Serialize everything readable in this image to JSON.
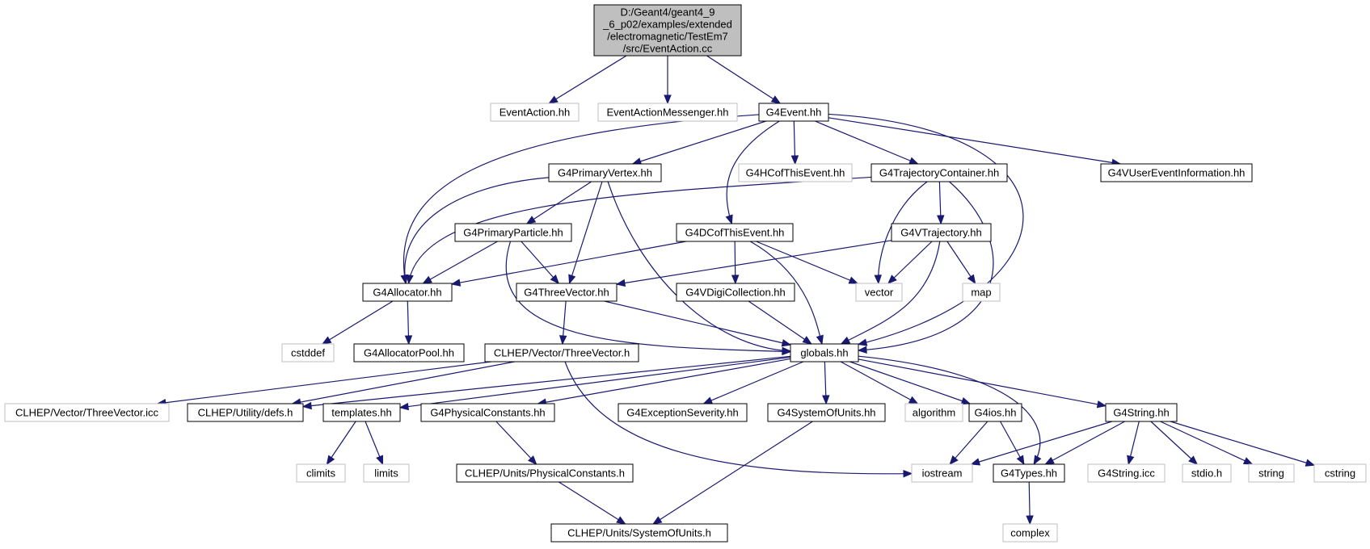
{
  "nodes": [
    {
      "id": "root",
      "label_lines": [
        "D:/Geant4/geant4_9",
        "_6_p02/examples/extended",
        "/electromagnetic/TestEm7",
        "/src/EventAction.cc"
      ],
      "style": "root"
    },
    {
      "id": "eventaction_hh",
      "label": "EventAction.hh",
      "style": "external"
    },
    {
      "id": "eventactionmessenger_hh",
      "label": "EventActionMessenger.hh",
      "style": "external"
    },
    {
      "id": "g4event_hh",
      "label": "G4Event.hh",
      "style": "documented"
    },
    {
      "id": "g4primaryvertex_hh",
      "label": "G4PrimaryVertex.hh",
      "style": "documented"
    },
    {
      "id": "g4hcofthisevent_hh",
      "label": "G4HCofThisEvent.hh",
      "style": "external"
    },
    {
      "id": "g4trajectorycontainer_hh",
      "label": "G4TrajectoryContainer.hh",
      "style": "documented"
    },
    {
      "id": "g4vusereventinformation_hh",
      "label": "G4VUserEventInformation.hh",
      "style": "documented"
    },
    {
      "id": "g4primaryparticle_hh",
      "label": "G4PrimaryParticle.hh",
      "style": "documented"
    },
    {
      "id": "g4dcofthisevent_hh",
      "label": "G4DCofThisEvent.hh",
      "style": "documented"
    },
    {
      "id": "g4vtrajectory_hh",
      "label": "G4VTrajectory.hh",
      "style": "documented"
    },
    {
      "id": "g4allocator_hh",
      "label": "G4Allocator.hh",
      "style": "documented"
    },
    {
      "id": "g4threevector_hh",
      "label": "G4ThreeVector.hh",
      "style": "documented"
    },
    {
      "id": "g4vdigicollection_hh",
      "label": "G4VDigiCollection.hh",
      "style": "documented"
    },
    {
      "id": "vector",
      "label": "vector",
      "style": "external"
    },
    {
      "id": "map",
      "label": "map",
      "style": "external"
    },
    {
      "id": "cstddef",
      "label": "cstddef",
      "style": "external"
    },
    {
      "id": "g4allocatorpool_hh",
      "label": "G4AllocatorPool.hh",
      "style": "documented"
    },
    {
      "id": "clhep_threevector_h",
      "label": "CLHEP/Vector/ThreeVector.h",
      "style": "documented"
    },
    {
      "id": "globals_hh",
      "label": "globals.hh",
      "style": "documented"
    },
    {
      "id": "clhep_threevector_icc",
      "label": "CLHEP/Vector/ThreeVector.icc",
      "style": "external"
    },
    {
      "id": "clhep_defs_h",
      "label": "CLHEP/Utility/defs.h",
      "style": "documented"
    },
    {
      "id": "templates_hh",
      "label": "templates.hh",
      "style": "documented"
    },
    {
      "id": "g4physicalconstants_hh",
      "label": "G4PhysicalConstants.hh",
      "style": "documented"
    },
    {
      "id": "g4exceptionseverity_hh",
      "label": "G4ExceptionSeverity.hh",
      "style": "documented"
    },
    {
      "id": "g4systemofunits_hh",
      "label": "G4SystemOfUnits.hh",
      "style": "documented"
    },
    {
      "id": "algorithm",
      "label": "algorithm",
      "style": "external"
    },
    {
      "id": "g4ios_hh",
      "label": "G4ios.hh",
      "style": "documented"
    },
    {
      "id": "g4string_hh",
      "label": "G4String.hh",
      "style": "documented"
    },
    {
      "id": "climits",
      "label": "climits",
      "style": "external"
    },
    {
      "id": "limits",
      "label": "limits",
      "style": "external"
    },
    {
      "id": "clhep_physicalconstants_h",
      "label": "CLHEP/Units/PhysicalConstants.h",
      "style": "documented"
    },
    {
      "id": "iostream",
      "label": "iostream",
      "style": "external"
    },
    {
      "id": "g4types_hh",
      "label": "G4Types.hh",
      "style": "documented"
    },
    {
      "id": "g4string_icc",
      "label": "G4String.icc",
      "style": "external"
    },
    {
      "id": "stdio_h",
      "label": "stdio.h",
      "style": "external"
    },
    {
      "id": "string",
      "label": "string",
      "style": "external"
    },
    {
      "id": "cstring",
      "label": "cstring",
      "style": "external"
    },
    {
      "id": "clhep_systemofunits_h",
      "label": "CLHEP/Units/SystemOfUnits.h",
      "style": "documented"
    },
    {
      "id": "complex",
      "label": "complex",
      "style": "external"
    }
  ],
  "edges": [
    [
      "root",
      "eventaction_hh"
    ],
    [
      "root",
      "eventactionmessenger_hh"
    ],
    [
      "root",
      "g4event_hh"
    ],
    [
      "g4event_hh",
      "g4primaryvertex_hh"
    ],
    [
      "g4event_hh",
      "g4hcofthisevent_hh"
    ],
    [
      "g4event_hh",
      "g4trajectorycontainer_hh"
    ],
    [
      "g4event_hh",
      "g4vusereventinformation_hh"
    ],
    [
      "g4event_hh",
      "g4dcofthisevent_hh"
    ],
    [
      "g4event_hh",
      "g4allocator_hh"
    ],
    [
      "g4event_hh",
      "globals_hh"
    ],
    [
      "g4primaryvertex_hh",
      "g4primaryparticle_hh"
    ],
    [
      "g4primaryvertex_hh",
      "g4allocator_hh"
    ],
    [
      "g4primaryvertex_hh",
      "g4threevector_hh"
    ],
    [
      "g4primaryvertex_hh",
      "globals_hh"
    ],
    [
      "g4trajectorycontainer_hh",
      "g4vtrajectory_hh"
    ],
    [
      "g4trajectorycontainer_hh",
      "vector"
    ],
    [
      "g4trajectorycontainer_hh",
      "g4allocator_hh"
    ],
    [
      "g4trajectorycontainer_hh",
      "globals_hh"
    ],
    [
      "g4primaryparticle_hh",
      "g4allocator_hh"
    ],
    [
      "g4primaryparticle_hh",
      "g4threevector_hh"
    ],
    [
      "g4primaryparticle_hh",
      "globals_hh"
    ],
    [
      "g4dcofthisevent_hh",
      "g4allocator_hh"
    ],
    [
      "g4dcofthisevent_hh",
      "g4vdigicollection_hh"
    ],
    [
      "g4dcofthisevent_hh",
      "vector"
    ],
    [
      "g4dcofthisevent_hh",
      "globals_hh"
    ],
    [
      "g4vtrajectory_hh",
      "g4threevector_hh"
    ],
    [
      "g4vtrajectory_hh",
      "vector"
    ],
    [
      "g4vtrajectory_hh",
      "map"
    ],
    [
      "g4vtrajectory_hh",
      "globals_hh"
    ],
    [
      "g4allocator_hh",
      "cstddef"
    ],
    [
      "g4allocator_hh",
      "g4allocatorpool_hh"
    ],
    [
      "g4threevector_hh",
      "clhep_threevector_h"
    ],
    [
      "g4threevector_hh",
      "globals_hh"
    ],
    [
      "g4vdigicollection_hh",
      "globals_hh"
    ],
    [
      "clhep_threevector_h",
      "clhep_threevector_icc"
    ],
    [
      "clhep_threevector_h",
      "clhep_defs_h"
    ],
    [
      "clhep_threevector_h",
      "iostream"
    ],
    [
      "globals_hh",
      "templates_hh"
    ],
    [
      "globals_hh",
      "g4physicalconstants_hh"
    ],
    [
      "globals_hh",
      "g4exceptionseverity_hh"
    ],
    [
      "globals_hh",
      "g4systemofunits_hh"
    ],
    [
      "globals_hh",
      "algorithm"
    ],
    [
      "globals_hh",
      "g4ios_hh"
    ],
    [
      "globals_hh",
      "g4string_hh"
    ],
    [
      "globals_hh",
      "g4types_hh"
    ],
    [
      "globals_hh",
      "clhep_defs_h"
    ],
    [
      "templates_hh",
      "climits"
    ],
    [
      "templates_hh",
      "limits"
    ],
    [
      "g4physicalconstants_hh",
      "clhep_physicalconstants_h"
    ],
    [
      "g4systemofunits_hh",
      "clhep_systemofunits_h"
    ],
    [
      "g4ios_hh",
      "iostream"
    ],
    [
      "g4ios_hh",
      "g4types_hh"
    ],
    [
      "g4string_hh",
      "iostream"
    ],
    [
      "g4string_hh",
      "g4types_hh"
    ],
    [
      "g4string_hh",
      "g4string_icc"
    ],
    [
      "g4string_hh",
      "stdio_h"
    ],
    [
      "g4string_hh",
      "string"
    ],
    [
      "g4string_hh",
      "cstring"
    ],
    [
      "clhep_physicalconstants_h",
      "clhep_systemofunits_h"
    ],
    [
      "g4types_hh",
      "complex"
    ]
  ],
  "colors": {
    "edge": "#191970",
    "root_fill": "#bfbfbf",
    "documented_border": "#000000",
    "external_border": "#bfbfbf",
    "text": "#000000"
  }
}
